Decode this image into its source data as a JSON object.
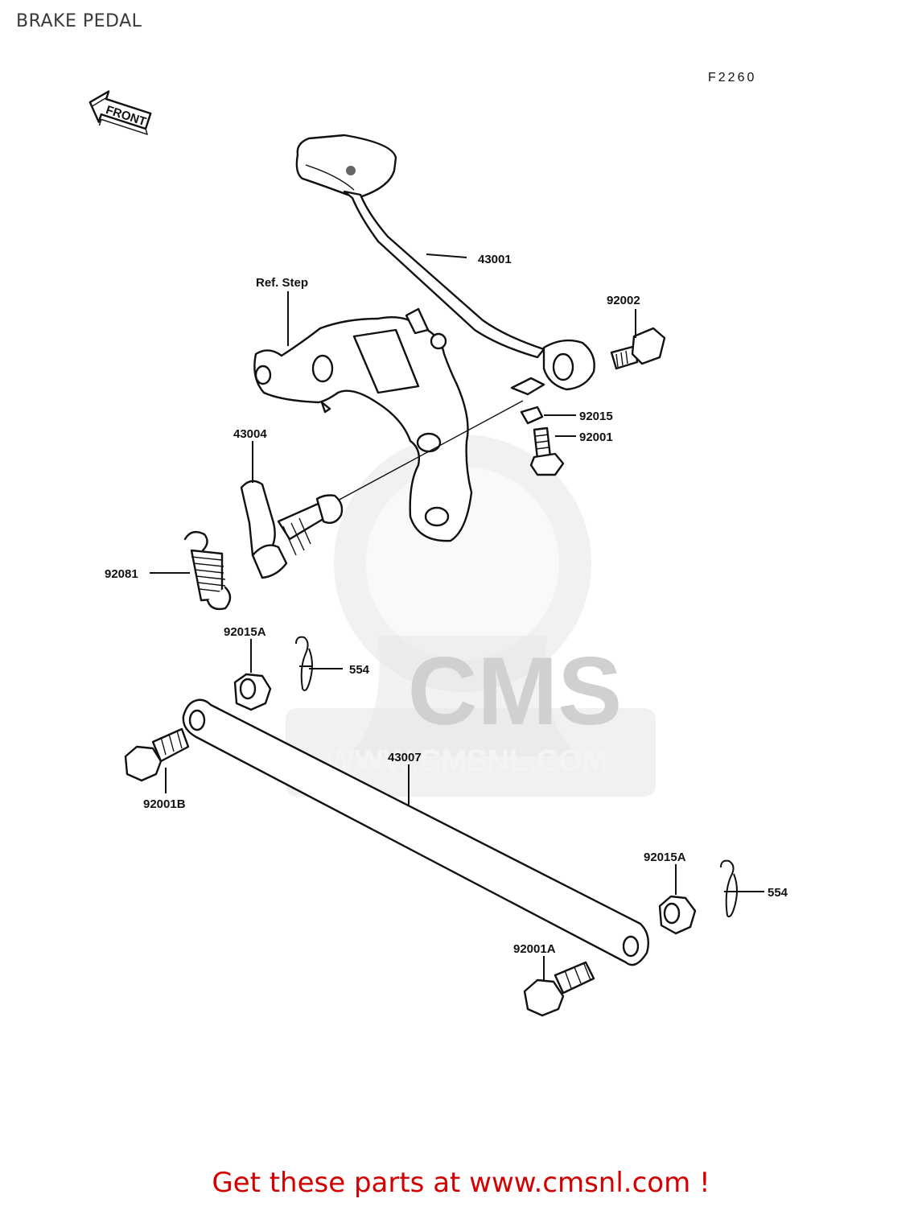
{
  "title": "BRAKE PEDAL",
  "diagram_code": "F2260",
  "front_arrow_label": "FRONT",
  "watermark": {
    "brand": "CMS",
    "url": "WWW.CMSNL.COM"
  },
  "callouts": {
    "pedal": "43001",
    "ref_step": "Ref. Step",
    "bolt_92002": "92002",
    "washer_92015": "92015",
    "bolt_92001": "92001",
    "lever_43004": "43004",
    "spring_92081": "92081",
    "nut_92015A_top": "92015A",
    "clip_554_top": "554",
    "rod_43007": "43007",
    "bolt_92001B": "92001B",
    "nut_92015A_bottom": "92015A",
    "clip_554_bottom": "554",
    "bolt_92001A": "92001A"
  },
  "promo": {
    "text": "Get these parts at www.cmsnl.com !",
    "color": "#d40000"
  }
}
